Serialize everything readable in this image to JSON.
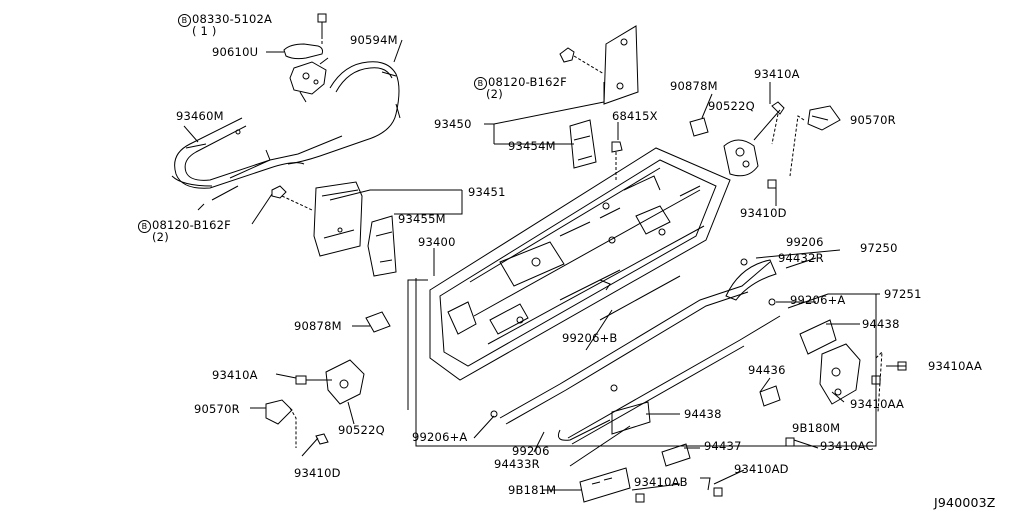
{
  "diagram_id": "J940003Z",
  "circle_prefix": "B",
  "labels": {
    "bolt_08330": "08330-5102A",
    "qty_1": "( 1 )",
    "p90610U": "90610U",
    "p90594M": "90594M",
    "bolt_08120_top": "08120-B162F",
    "qty_2_top": "(2)",
    "p90878M_top": "90878M",
    "p93410A_top": "93410A",
    "p93460M": "93460M",
    "p93450": "93450",
    "p68415X": "68415X",
    "p90522Q_top": "90522Q",
    "p90570R_top": "90570R",
    "p93454M": "93454M",
    "p93451": "93451",
    "p93410D_top": "93410D",
    "bolt_08120_left": "08120-B162F",
    "qty_2_left": "(2)",
    "p93455M": "93455M",
    "p93400": "93400",
    "p99206_top": "99206",
    "p97250": "97250",
    "p94432R": "94432R",
    "p97251": "97251",
    "p99206A_right": "99206+A",
    "p90878M_left": "90878M",
    "p99206B": "99206+B",
    "p94438_top": "94438",
    "p93410A_left": "93410A",
    "p93410AA_right": "93410AA",
    "p94436": "94436",
    "p90570R_left": "90570R",
    "p93410AA_mid": "93410AA",
    "p94438_bottom": "94438",
    "p9B180M": "9B180M",
    "p90522Q_left": "90522Q",
    "p99206A_left": "99206+A",
    "p93410AC": "93410AC",
    "p99206_bottom": "99206",
    "p94437": "94437",
    "p94433R": "94433R",
    "p93410AD": "93410AD",
    "p93410D_left": "93410D",
    "p93410AB": "93410AB",
    "p9B181M": "9B181M"
  }
}
